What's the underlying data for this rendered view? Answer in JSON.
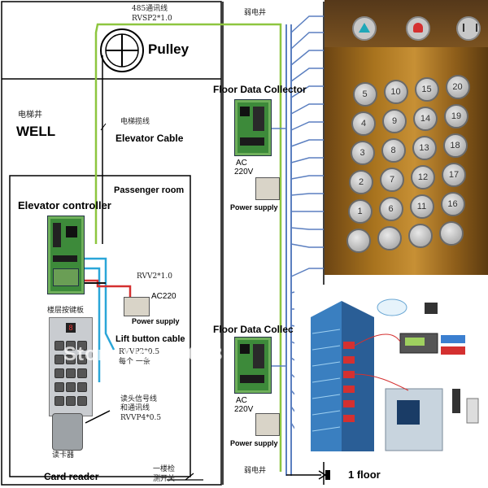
{
  "left_panel": {
    "comm_line_cn": "485通讯线",
    "comm_line_spec": "RVSP2*1.0",
    "pulley": "Pulley",
    "well_cn": "电梯井",
    "well": "WELL",
    "cable_cn": "电梯揽线",
    "cable": "Elevator Cable",
    "passenger_room": "Passenger room",
    "controller": "Elevator controller",
    "rvv_spec": "RVV2*1.0",
    "ac220": "AC220",
    "power_supply": "Power supply",
    "keyboard_cn": "楼层按键板",
    "lift_button_cable": "Lift button cable",
    "rvvp_spec": "RVVP2*0.5",
    "per_cn": "每个 一条",
    "reader_line_cn": "读头信号线",
    "comm_cn": "和通讯线",
    "rvvp4_spec": "RVVP4*0.5",
    "card_reader_cn": "读卡器",
    "card_reader": "Card reader",
    "floor_switch_cn1": "一楼检",
    "floor_switch_cn2": "测开关",
    "keypad_display": "8"
  },
  "middle_panel": {
    "weak_well_cn_top": "弱电井",
    "collector_top": "Floor Data Collector",
    "ac_top": "AC",
    "v220_top": "220V",
    "power_top": "Power supply",
    "collector_bottom": "Floor Data Collec",
    "ac_bottom": "AC",
    "v220_bottom": "220V",
    "power_bottom": "Power supply",
    "weak_well_cn_bottom": "弱电井",
    "first_floor": "1 floor"
  },
  "button_panel": {
    "buttons": [
      "5",
      "10",
      "15",
      "20",
      "4",
      "9",
      "14",
      "19",
      "3",
      "8",
      "13",
      "18",
      "2",
      "7",
      "12",
      "17",
      "1",
      "6",
      "11",
      "16",
      "",
      "",
      "",
      ""
    ]
  },
  "watermark": "Store No: 830432",
  "colors": {
    "green_line": "#8dc63f",
    "blue_line": "#5b7fc0",
    "cyan_line": "#2aa6d8",
    "red_line": "#d43030",
    "gold_panel": "#a8731e",
    "building": "#3a7fc0"
  }
}
